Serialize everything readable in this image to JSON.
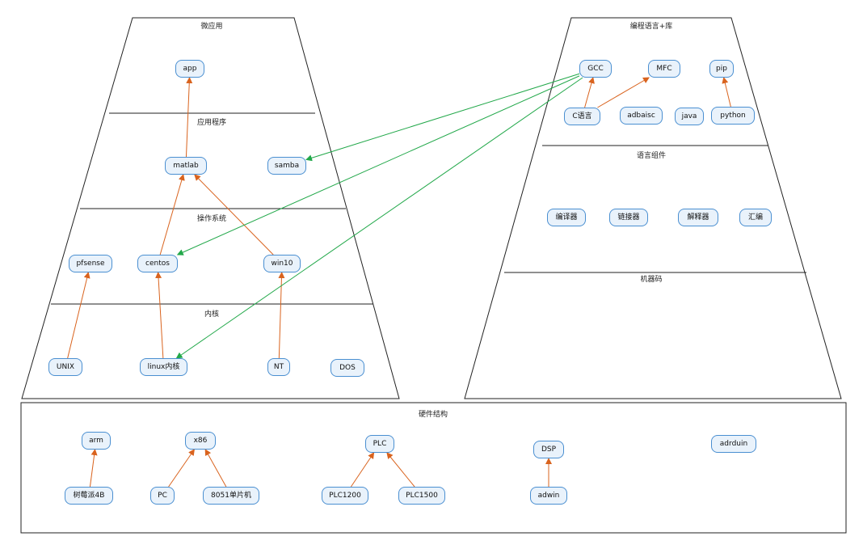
{
  "colors": {
    "outline": "#222222",
    "node_border": "#4a8fd1",
    "node_fill": "#e9f2fb",
    "arrow_orange": "#d9631e",
    "arrow_green": "#22a84a"
  },
  "sections": {
    "micro_apps": "微应用",
    "applications": "应用程序",
    "operating_systems": "操作系统",
    "kernel": "内核",
    "languages_libs": "编程语言+库",
    "language_components": "语言组件",
    "machine_code": "机器码",
    "hardware": "硬件结构"
  },
  "nodes": {
    "app": "app",
    "matlab": "matlab",
    "samba": "samba",
    "pfsense": "pfsense",
    "centos": "centos",
    "win10": "win10",
    "unix": "UNIX",
    "linux_kernel": "linux内核",
    "nt": "NT",
    "dos": "DOS",
    "gcc": "GCC",
    "mfc": "MFC",
    "pip": "pip",
    "c_lang": "C语言",
    "adbaisc": "adbaisc",
    "java": "java",
    "python": "python",
    "compiler": "编译器",
    "linker": "链接器",
    "interpreter": "解释器",
    "assembly": "汇编",
    "arm": "arm",
    "x86": "x86",
    "plc": "PLC",
    "dsp": "DSP",
    "adrduin": "adrduin",
    "raspberry_pi": "树莓派4B",
    "pc": "PC",
    "mcu_8051": "8051单片机",
    "plc1200": "PLC1200",
    "plc1500": "PLC1500",
    "adwin": "adwin"
  },
  "edges": [
    {
      "from": "matlab",
      "to": "app",
      "color": "orange"
    },
    {
      "from": "centos",
      "to": "matlab",
      "color": "orange"
    },
    {
      "from": "win10",
      "to": "matlab",
      "color": "orange"
    },
    {
      "from": "unix",
      "to": "pfsense",
      "color": "orange"
    },
    {
      "from": "linux_kernel",
      "to": "centos",
      "color": "orange"
    },
    {
      "from": "nt",
      "to": "win10",
      "color": "orange"
    },
    {
      "from": "gcc",
      "to": "samba",
      "color": "green"
    },
    {
      "from": "gcc",
      "to": "centos",
      "color": "green"
    },
    {
      "from": "gcc",
      "to": "linux_kernel",
      "color": "green"
    },
    {
      "from": "c_lang",
      "to": "gcc",
      "color": "orange"
    },
    {
      "from": "c_lang",
      "to": "mfc",
      "color": "orange"
    },
    {
      "from": "python",
      "to": "pip",
      "color": "orange"
    },
    {
      "from": "raspberry_pi",
      "to": "arm",
      "color": "orange"
    },
    {
      "from": "pc",
      "to": "x86",
      "color": "orange"
    },
    {
      "from": "mcu_8051",
      "to": "x86",
      "color": "orange"
    },
    {
      "from": "plc1200",
      "to": "plc",
      "color": "orange"
    },
    {
      "from": "plc1500",
      "to": "plc",
      "color": "orange"
    },
    {
      "from": "adwin",
      "to": "dsp",
      "color": "orange"
    }
  ]
}
